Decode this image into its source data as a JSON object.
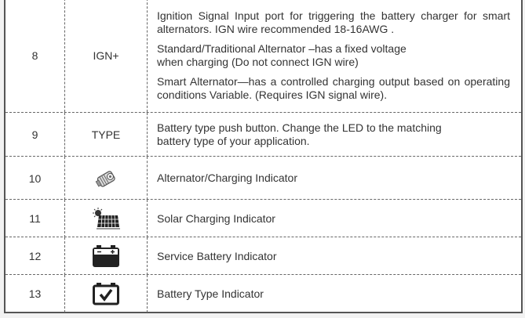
{
  "table": {
    "rows": [
      {
        "number": "8",
        "name": "IGN+",
        "description": [
          "Ignition Signal Input port for triggering the battery charger for smart alternators. IGN wire recommended 18-16AWG .",
          "Standard/Traditional Alternator –has a fixed voltage",
          "when charging (Do not connect IGN wire)",
          "Smart Alternator—has a controlled charging output based on operating conditions Variable. (Requires IGN signal wire)."
        ]
      },
      {
        "number": "9",
        "name": "TYPE",
        "description": [
          "Battery type push button. Change the LED to the matching",
          "battery type of your application."
        ]
      },
      {
        "number": "10",
        "icon": "alternator-icon",
        "description": [
          "Alternator/Charging Indicator"
        ]
      },
      {
        "number": "11",
        "icon": "solar-panel-icon",
        "description": [
          "Solar Charging Indicator"
        ]
      },
      {
        "number": "12",
        "icon": "service-battery-icon",
        "description": [
          "Service Battery Indicator"
        ]
      },
      {
        "number": "13",
        "icon": "battery-type-check-icon",
        "description": [
          "Battery Type Indicator"
        ]
      }
    ]
  }
}
